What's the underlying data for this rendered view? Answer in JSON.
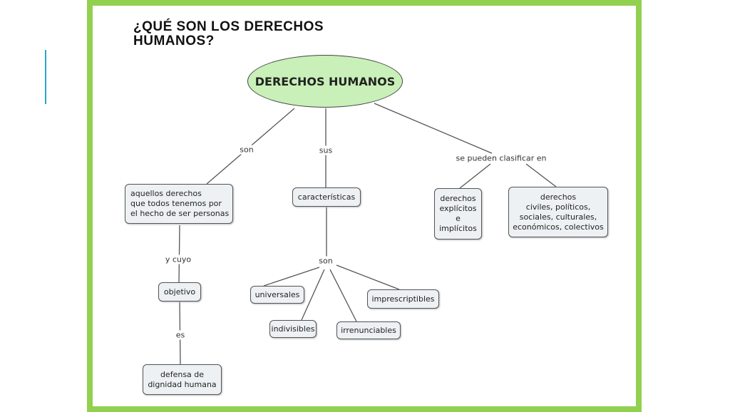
{
  "slide": {
    "title": "¿QUÉ SON LOS DERECHOS HUMANOS?",
    "frame_color": "#92d050",
    "accent_color": "#2aa7c9"
  },
  "map": {
    "root": "DERECHOS HUMANOS",
    "links": {
      "son": "son",
      "sus": "sus",
      "clasificar": "se pueden clasificar en",
      "y_cuyo": "y cuyo",
      "es": "es",
      "son2": "son"
    },
    "nodes": {
      "aquellos": "aquellos derechos\nque todos tenemos por\nel hecho de ser personas",
      "caracteristicas": "características",
      "explicitos": "derechos\nexplícitos\ne\nimplícitos",
      "civiles": "derechos\nciviles, políticos,\nsociales, culturales,\neconómicos, colectivos",
      "objetivo": "objetivo",
      "defensa": "defensa de\ndignidad humana",
      "universales": "universales",
      "indivisibles": "indivisibles",
      "irrenunciables": "irrenunciables",
      "imprescriptibles": "imprescriptibles"
    }
  }
}
